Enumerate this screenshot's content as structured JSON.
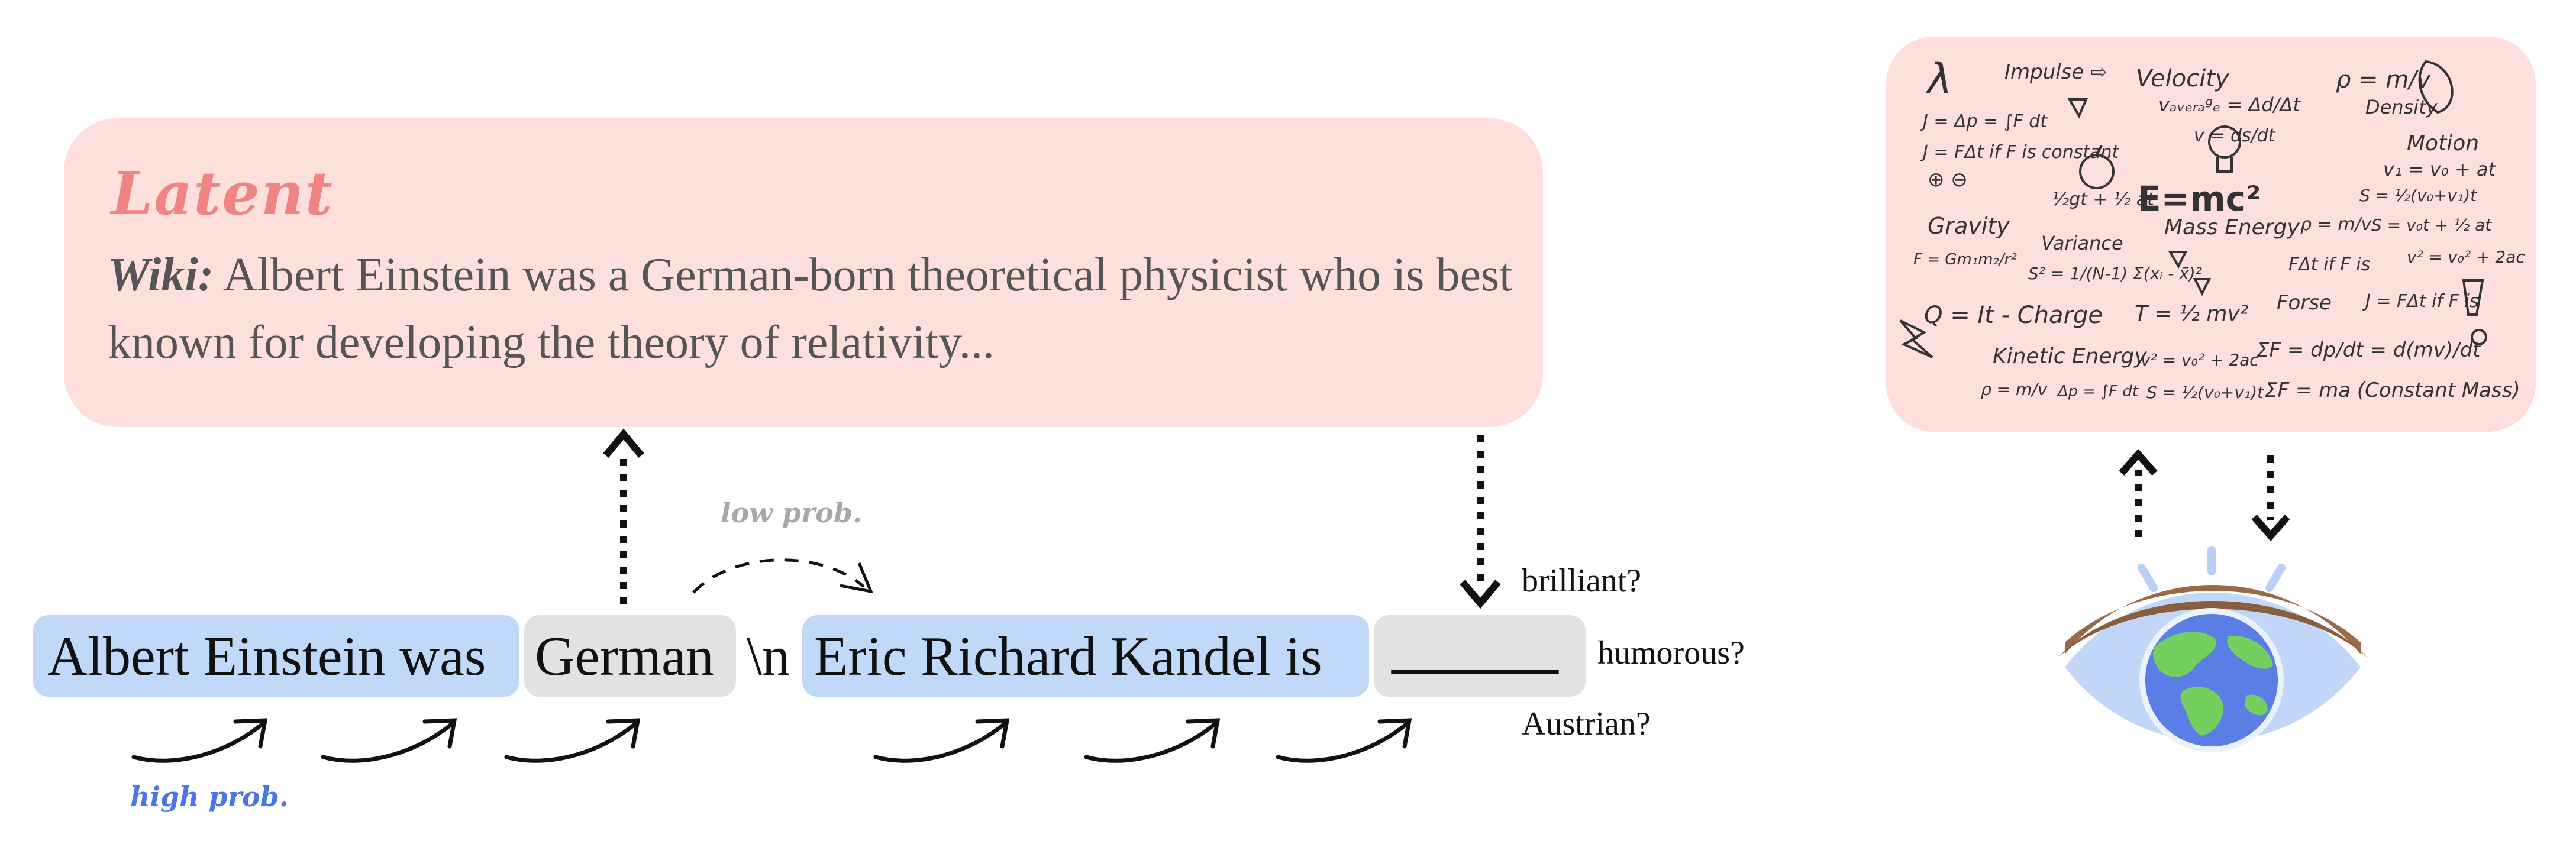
{
  "latent": {
    "title": "Latent",
    "wiki_label": "Wiki:",
    "wiki_text": " Albert Einstein was a German-born theoretical physicist who is best known for developing the theory of relativity..."
  },
  "sequence": {
    "segment1": "Albert Einstein was",
    "segment2": "German",
    "separator": "\\n",
    "segment3": "Eric Richard Kandel is",
    "blank": "______"
  },
  "candidates": [
    "brilliant?",
    "humorous?",
    "Austrian?"
  ],
  "prob_labels": {
    "low": "low prob.",
    "high": "high prob."
  },
  "physics": {
    "formulas": [
      "λ",
      "Impulse ⇨",
      "Velocity",
      "vₐᵥₑᵣₐᵍₑ = Δd/Δt",
      "ρ = m/v",
      "Density",
      "J = Δp = ∫F dt",
      "J = FΔt if F is constant",
      "v = ds/dt",
      "Motion",
      "⊕ ⊖",
      "½gt + ½ at",
      "E=mc²",
      "v₁ = v₀ + at",
      "Gravity",
      "Mass Energy",
      "ρ = m/v",
      "S = ½(v₀+v₁)t",
      "S = v₀t + ½ at",
      "F = Gm₁m₂/r²",
      "Variance",
      "S² = 1/(N-1) Σ(xᵢ - x̄)²",
      "FΔt if F is",
      "v² = v₀² + 2ac",
      "Q = It - Charge",
      "T = ½ mv²",
      "Forse",
      "J = FΔt if F is",
      "Kinetic Energy",
      "v² = v₀² + 2ac",
      "ΣF = dp/dt = d(mv)/dt",
      "ρ = m/v",
      "Δp = ∫F dt",
      "S = ½(v₀+v₁)t",
      "ΣF = ma (Constant Mass)"
    ]
  },
  "colors": {
    "latent_bg": "#fde0db",
    "latent_title": "#ee8582",
    "token_blue": "#c0d9f8",
    "token_gray": "#e2e2e2",
    "low_prob": "#a7a7a7",
    "high_prob": "#4a74ea",
    "eye_outer": "#c2d6f7",
    "eye_brow": "#9a6a48",
    "globe_ocean": "#5a7ee6",
    "globe_land": "#74d05e"
  },
  "icons": [
    "dotted-up-arrow-icon",
    "dotted-down-arrow-icon",
    "dashed-curved-arrow-icon",
    "curved-arrow-icon",
    "eye-globe-icon"
  ]
}
